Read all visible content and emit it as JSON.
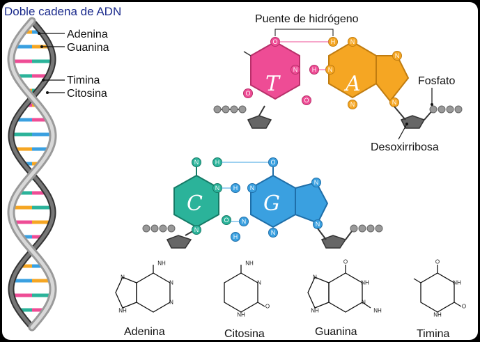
{
  "title": "Doble cadena de ADN",
  "helix_legend": [
    {
      "label": "Adenina",
      "color": "#f5a623"
    },
    {
      "label": "Guanina",
      "color": "#3aa0e0"
    },
    {
      "label": "Timina",
      "color": "#ee4c95"
    },
    {
      "label": "Citosina",
      "color": "#2bb39a"
    }
  ],
  "annotations": {
    "hydrogen_bond": "Puente de hidrógeno",
    "phosphate": "Fosfato",
    "deoxyribose": "Desoxirribosa"
  },
  "pairs": {
    "T": {
      "letter": "T",
      "color": "#ee4c95"
    },
    "A": {
      "letter": "A",
      "color": "#f5a623"
    },
    "C": {
      "letter": "C",
      "color": "#2bb39a"
    },
    "G": {
      "letter": "G",
      "color": "#3aa0e0"
    }
  },
  "atoms": {
    "N": "N",
    "O": "O",
    "H": "H",
    "NH2": "NH",
    "NH": "NH",
    "H2": "H"
  },
  "structures": [
    {
      "name": "Adenina"
    },
    {
      "name": "Citosina"
    },
    {
      "name": "Guanina"
    },
    {
      "name": "Timina"
    }
  ]
}
